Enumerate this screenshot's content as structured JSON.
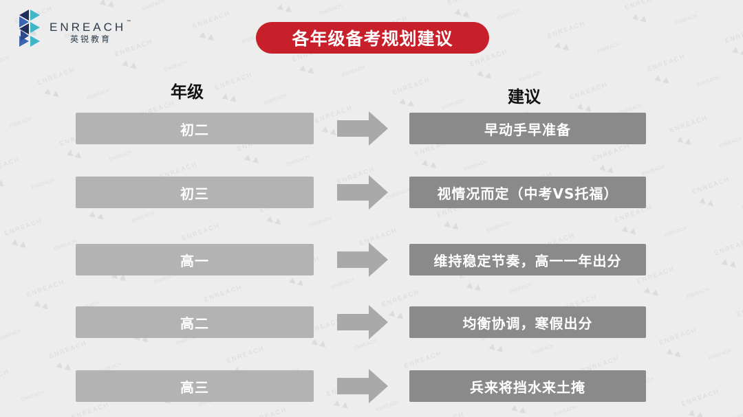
{
  "logo": {
    "brand": "ENREACH",
    "tm": "™",
    "subtitle": "英锐教育"
  },
  "title": "各年级备考规划建议",
  "headers": {
    "grade": "年级",
    "advice": "建议"
  },
  "rows": [
    {
      "grade": "初二",
      "advice": "早动手早准备"
    },
    {
      "grade": "初三",
      "advice": "视情况而定（中考VS托福）"
    },
    {
      "grade": "高一",
      "advice": "维持稳定节奏，高一一年出分"
    },
    {
      "grade": "高二",
      "advice": "均衡协调，寒假出分"
    },
    {
      "grade": "高三",
      "advice": "兵来将挡水来土掩"
    }
  ],
  "colors": {
    "accent": "#c8202a",
    "grade_box": "#b3b3b3",
    "advice_box": "#8a8a8a",
    "arrow": "#a9a9a9",
    "logo_cyan": "#3fb7c7",
    "logo_blue": "#3a66b0",
    "logo_navy": "#1f2f5a"
  },
  "icons": {
    "logo": "enreach-logo-icon",
    "arrow": "arrow-right-icon"
  }
}
